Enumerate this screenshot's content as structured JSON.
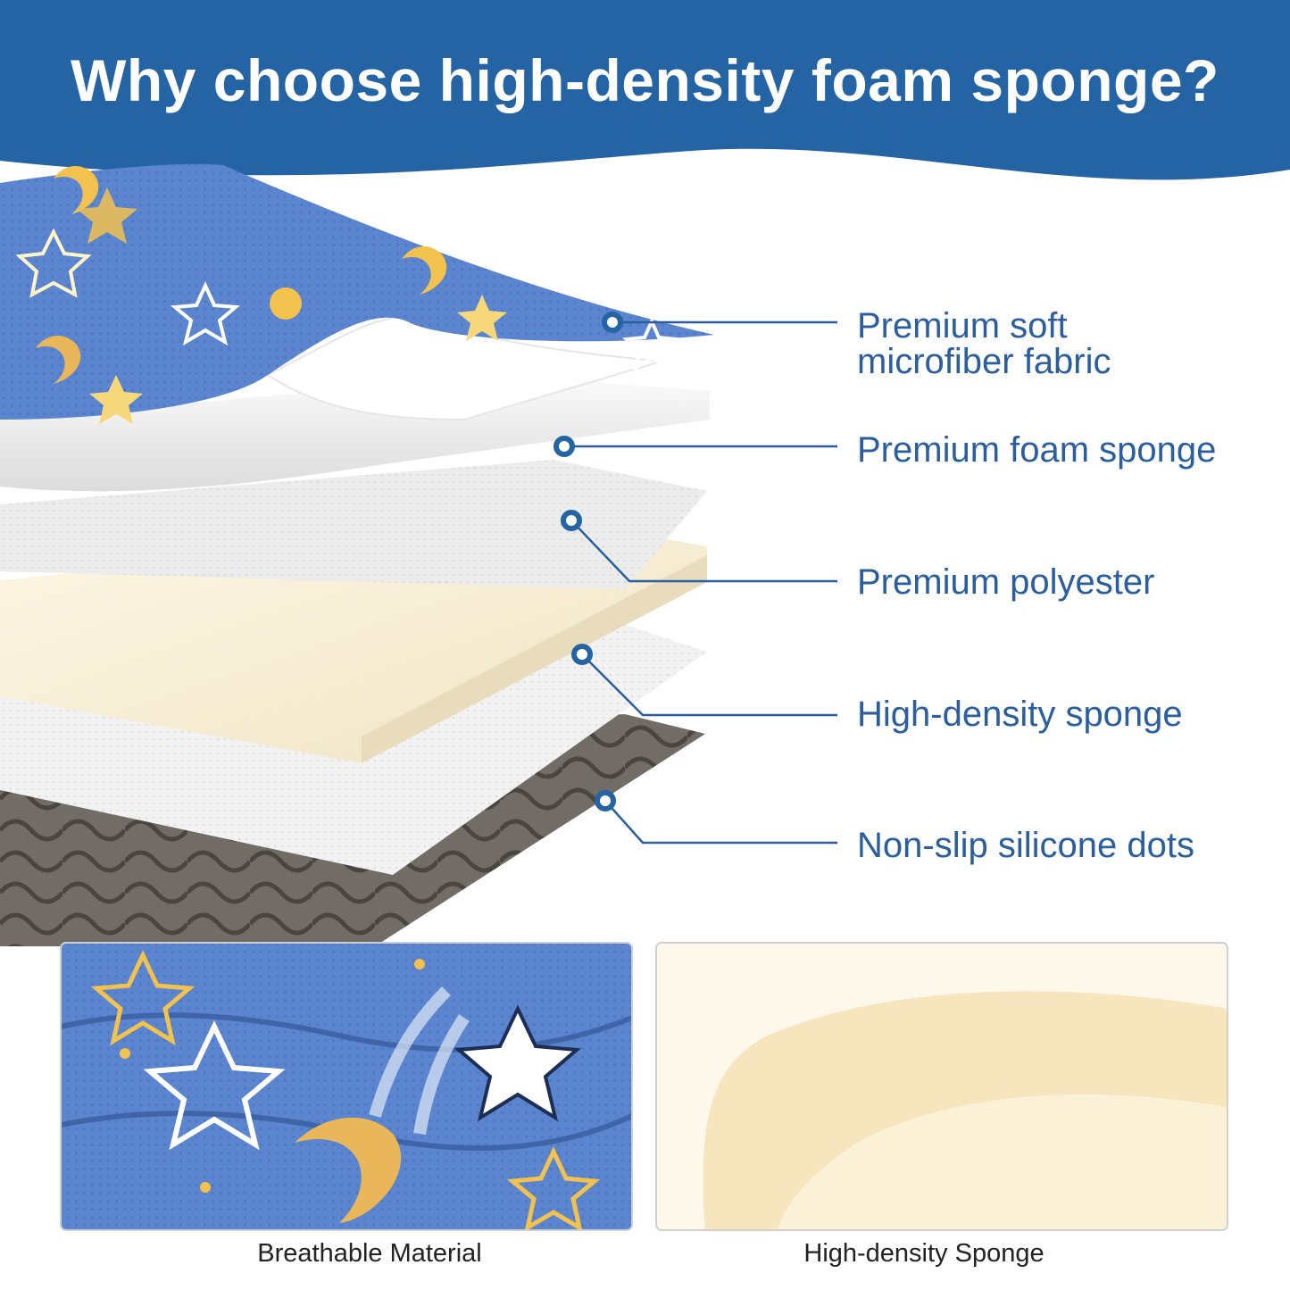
{
  "header": {
    "title": "Why choose high-density foam sponge?",
    "band_color": "#2463a4"
  },
  "layers": [
    {
      "label_line1": "Premium soft",
      "label_line2": "microfiber fabric"
    },
    {
      "label_line1": "Premium foam sponge",
      "label_line2": ""
    },
    {
      "label_line1": "Premium polyester",
      "label_line2": ""
    },
    {
      "label_line1": "High-density sponge",
      "label_line2": ""
    },
    {
      "label_line1": "Non-slip silicone dots",
      "label_line2": ""
    }
  ],
  "details": [
    {
      "caption": "Breathable Material"
    },
    {
      "caption": "High-density Sponge"
    }
  ],
  "colors": {
    "fabric_blue": "#5b86cf",
    "star_gold": "#f2c14e",
    "callout_blue": "#2a5e9e",
    "bottom_gray": "#6f6a66"
  }
}
